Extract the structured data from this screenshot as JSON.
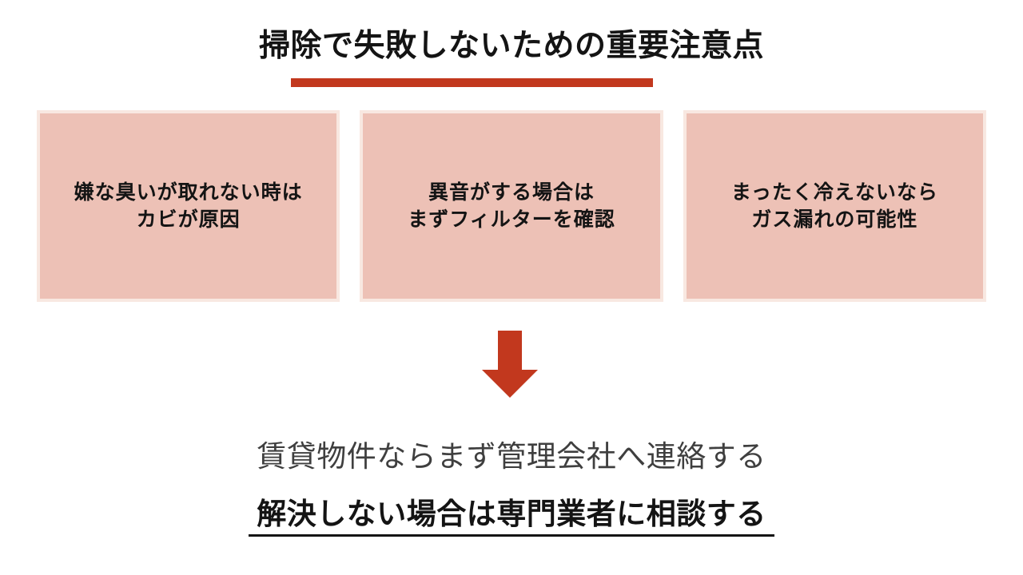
{
  "title": {
    "text": "掃除で失敗しないための重要注意点"
  },
  "cards": [
    {
      "lines": [
        "嫌な臭いが取れない時は",
        "カビが原因"
      ]
    },
    {
      "lines": [
        "異音がする場合は",
        "まずフィルターを確認"
      ]
    },
    {
      "lines": [
        "まったく冷えないなら",
        "ガス漏れの可能性"
      ]
    }
  ],
  "conclusion": {
    "primary": "賃貸物件ならまず管理会社へ連絡する",
    "secondary": "解決しない場合は専門業者に相談する"
  },
  "colors": {
    "accent_red": "#c2381e",
    "card_fill": "#edc1b6",
    "card_border": "#f8e8e1",
    "text_dark": "#141414",
    "text_gray": "#3f3f3f"
  },
  "icons": {
    "down_arrow": "down-arrow-icon"
  }
}
